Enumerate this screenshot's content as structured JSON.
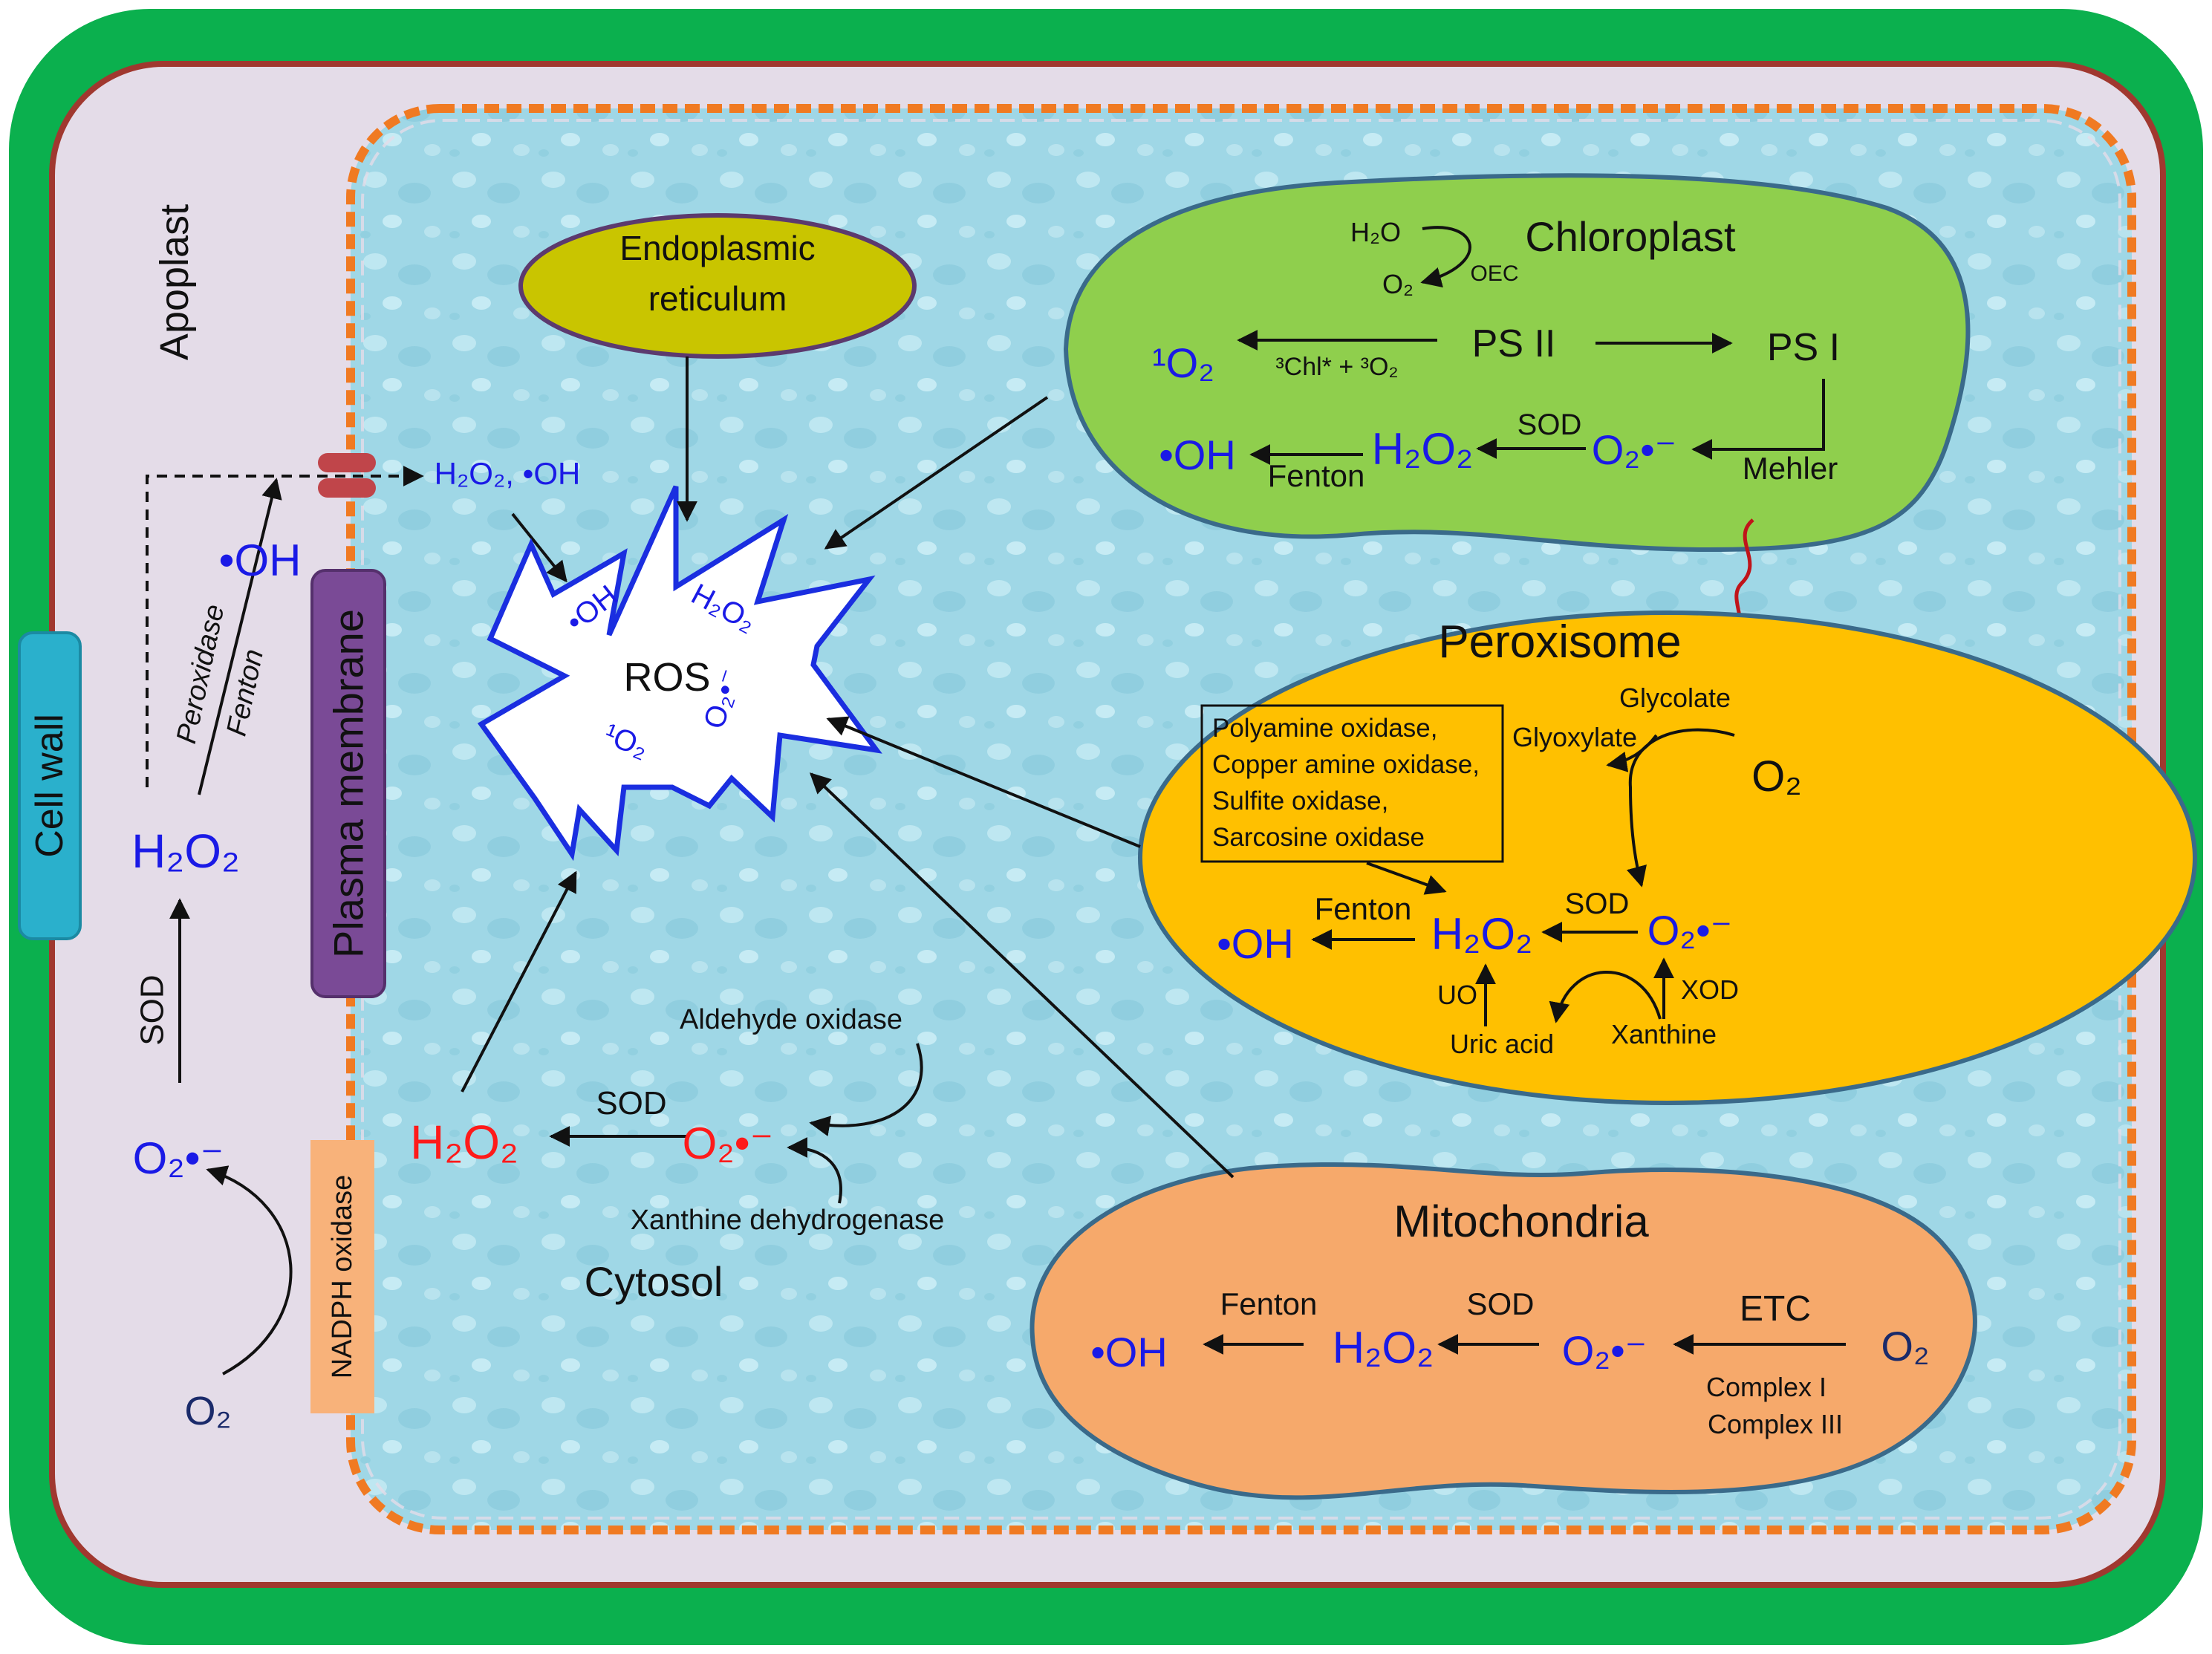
{
  "colors": {
    "cell_wall_green": "#0bb04e",
    "wall_inner_brown": "#a0382f",
    "apoplast": "#e4dce8",
    "cytosol": "#9fd7e6",
    "membrane_dash": "#f07a22",
    "er": "#c9c500",
    "chloroplast": "#8fcf4d",
    "peroxisome": "#ffc000",
    "mitochondria": "#f6a96b",
    "ros_star": "#1a2ee0",
    "blue_text": "#1a1ae6",
    "red_text": "#ff1a1a",
    "cell_wall_label_bg": "#2ab0cc",
    "plasma_membrane_label_bg": "#7a4a96",
    "nadph_label_bg": "#f8b27a",
    "channel": "#c0454a",
    "red_arrow": "#c0141a"
  },
  "labels": {
    "cell_wall": "Cell wall",
    "apoplast": "Apoplast",
    "plasma_membrane": "Plasma membrane",
    "nadph_oxidase": "NADPH oxidase",
    "cytosol": "Cytosol",
    "er_line1": "Endoplasmic",
    "er_line2": "reticulum",
    "ros": "ROS"
  },
  "apoplast_pathway": {
    "o2": "O₂",
    "superoxide": "O₂•⁻",
    "sod": "SOD",
    "h2o2": "H₂O₂",
    "peroxidase": "Peroxidase",
    "fenton": "Fenton",
    "oh": "•OH",
    "transport": "H₂O₂, •OH"
  },
  "ros_species": {
    "oh": "•OH",
    "h2o2": "H₂O₂",
    "superoxide": "O₂•⁻",
    "singlet_oxygen": "¹O₂"
  },
  "cytosol_pathway": {
    "h2o2": "H₂O₂",
    "sod": "SOD",
    "superoxide": "O₂•⁻",
    "aldehyde_oxidase": "Aldehyde oxidase",
    "xanthine_dehydrogenase": "Xanthine dehydrogenase"
  },
  "chloroplast": {
    "title": "Chloroplast",
    "h2o": "H₂O",
    "o2": "O₂",
    "oec": "OEC",
    "singlet_oxygen": "¹O₂",
    "chl": "³Chl* + ³O₂",
    "ps2": "PS II",
    "ps1": "PS I",
    "oh": "•OH",
    "fenton": "Fenton",
    "h2o2": "H₂O₂",
    "sod": "SOD",
    "superoxide": "O₂•⁻",
    "mehler": "Mehler"
  },
  "peroxisome": {
    "title": "Peroxisome",
    "box_lines": [
      "Polyamine oxidase,",
      "Copper amine oxidase,",
      "Sulfite oxidase,",
      "Sarcosine oxidase"
    ],
    "glycolate": "Glycolate",
    "glyoxylate": "Glyoxylate",
    "o2": "O₂",
    "fenton": "Fenton",
    "sod": "SOD",
    "oh": "•OH",
    "h2o2": "H₂O₂",
    "superoxide": "O₂•⁻",
    "uo": "UO",
    "uric_acid": "Uric acid",
    "xanthine": "Xanthine",
    "xod": "XOD"
  },
  "mitochondria": {
    "title": "Mitochondria",
    "fenton": "Fenton",
    "sod": "SOD",
    "etc": "ETC",
    "oh": "•OH",
    "h2o2": "H₂O₂",
    "superoxide": "O₂•⁻",
    "o2": "O₂",
    "complex1": "Complex I",
    "complex3": "Complex III"
  }
}
